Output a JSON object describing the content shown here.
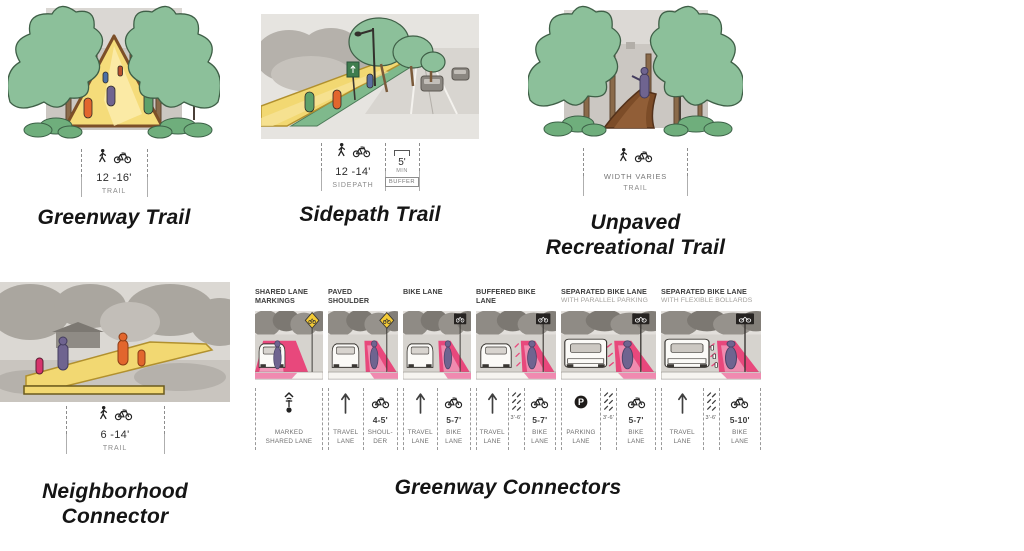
{
  "page": {
    "background": "#ffffff"
  },
  "colors": {
    "trail_yellow": "#f2d872",
    "tree_green": "#8cc09a",
    "lane_pink": "#e8487c",
    "cyclist_purple": "#6f6490",
    "photo_gray": "#cbc7c2",
    "dirt_brown": "#7c4c28",
    "sign_green": "#3f7d4e",
    "warning_yellow": "#f3ca35"
  },
  "figures": {
    "greenway_trail": {
      "title": "Greenway Trail",
      "icons": [
        "pedestrian-icon",
        "bicycle-icon"
      ],
      "dimension": "12 -16'",
      "dimension_label": "TRAIL"
    },
    "sidepath_trail": {
      "title": "Sidepath Trail",
      "icons": [
        "pedestrian-icon",
        "bicycle-icon"
      ],
      "dimension": "12 -14'",
      "dimension_label": "SIDEPATH",
      "buffer": {
        "dimension": "5'",
        "qualifier": "MIN",
        "label": "BUFFER"
      }
    },
    "unpaved_recreational_trail": {
      "title_lines": [
        "Unpaved",
        "Recreational Trail"
      ],
      "icons": [
        "pedestrian-icon",
        "bicycle-icon"
      ],
      "dimension": "WIDTH VARIES",
      "dimension_label": "TRAIL"
    },
    "neighborhood_connector": {
      "title_lines": [
        "Neighborhood",
        "Connector"
      ],
      "icons": [
        "pedestrian-icon",
        "bicycle-icon"
      ],
      "dimension": "6 -14'",
      "dimension_label": "TRAIL"
    },
    "greenway_connectors": {
      "title": "Greenway Connectors",
      "panels": [
        {
          "heading": "SHARED LANE\nMARKINGS",
          "subheading": "",
          "scene": {
            "sign": "bike-warning-diamond-sign",
            "vehicle": "car",
            "lane": "shared",
            "bollards": false
          },
          "lanes": [
            {
              "icon": "sharrow-icon",
              "dimension": "",
              "label": "MARKED\nSHARED LANE"
            }
          ]
        },
        {
          "heading": "PAVED\nSHOULDER",
          "subheading": "",
          "scene": {
            "sign": "bike-warning-diamond-sign",
            "vehicle": "car",
            "lane": "right",
            "bollards": false
          },
          "lanes": [
            {
              "icon": "arrow-up-icon",
              "dimension": "",
              "label": "TRAVEL\nLANE"
            },
            {
              "icon": "bicycle-icon",
              "dimension": "4-5'",
              "label": "SHOUL-\nDER"
            }
          ]
        },
        {
          "heading": "BIKE LANE",
          "subheading": "",
          "scene": {
            "sign": "bike-lane-sign",
            "vehicle": "car",
            "lane": "right",
            "bollards": false
          },
          "lanes": [
            {
              "icon": "arrow-up-icon",
              "dimension": "",
              "label": "TRAVEL\nLANE"
            },
            {
              "icon": "bicycle-icon",
              "dimension": "5-7'",
              "label": "BIKE\nLANE"
            }
          ]
        },
        {
          "heading": "BUFFERED BIKE LANE",
          "subheading": "",
          "scene": {
            "sign": "bike-lane-sign",
            "vehicle": "car",
            "lane": "right-buffered",
            "bollards": false
          },
          "lanes": [
            {
              "icon": "arrow-up-icon",
              "dimension": "",
              "label": "TRAVEL\nLANE"
            },
            {
              "icon": "buffer-hatch-icon",
              "dimension": "3'-6'",
              "label": ""
            },
            {
              "icon": "bicycle-icon",
              "dimension": "5-7'",
              "label": "BIKE\nLANE"
            }
          ]
        },
        {
          "heading": "SEPARATED BIKE LANE",
          "subheading": "WITH PARALLEL PARKING",
          "scene": {
            "sign": "bike-lane-sign",
            "vehicle": "van",
            "lane": "right-buffered",
            "bollards": false
          },
          "lanes": [
            {
              "icon": "parking-icon",
              "dimension": "",
              "label": "PARKING\nLANE"
            },
            {
              "icon": "buffer-hatch-icon",
              "dimension": "3'-6'",
              "label": ""
            },
            {
              "icon": "bicycle-icon",
              "dimension": "5-7'",
              "label": "BIKE\nLANE"
            }
          ]
        },
        {
          "heading": "SEPARATED BIKE LANE",
          "subheading": "WITH FLEXIBLE BOLLARDS",
          "scene": {
            "sign": "bike-lane-sign",
            "vehicle": "van",
            "lane": "right-buffered",
            "bollards": true
          },
          "lanes": [
            {
              "icon": "arrow-up-icon",
              "dimension": "",
              "label": "TRAVEL\nLANE"
            },
            {
              "icon": "buffer-hatch-icon",
              "dimension": "3'-6'",
              "label": ""
            },
            {
              "icon": "bicycle-icon",
              "dimension": "5-10'",
              "label": "BIKE\nLANE"
            }
          ]
        }
      ]
    }
  }
}
